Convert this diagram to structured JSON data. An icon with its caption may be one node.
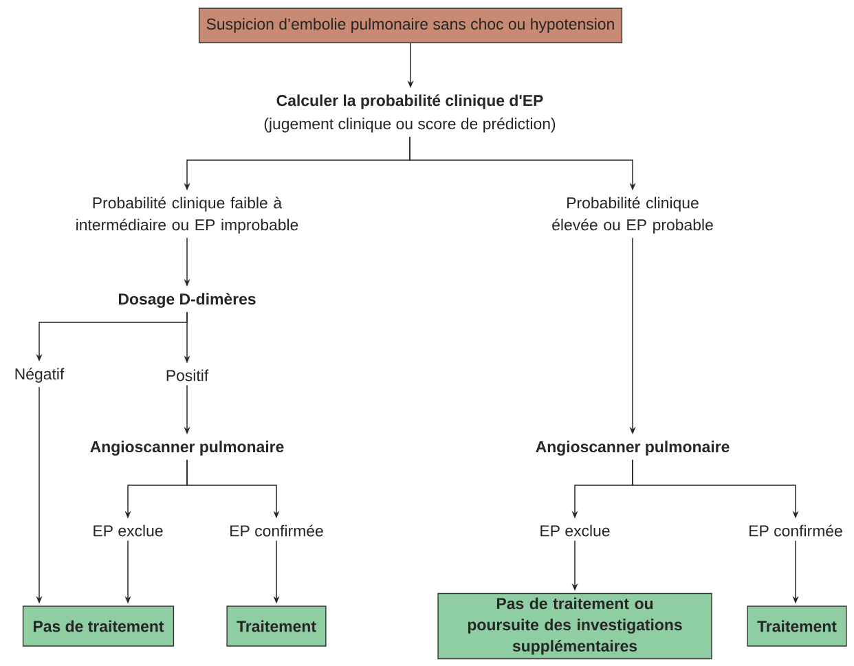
{
  "diagram": {
    "nodes": [
      {
        "text": [
          "Suspicion d’embolie pulmonaire sans choc ou hypotension"
        ]
      },
      {
        "text": [
          "Calculer la probabilité clinique d'EP",
          "(jugement clinique ou score de prédiction)"
        ]
      },
      {
        "text": [
          "Probabilité clinique faible à intermédiaire ou EP improbable"
        ]
      },
      {
        "text": [
          "Probabilité clinique élevée ou EP probable"
        ]
      },
      {
        "text": [
          "Dosage D-dimères"
        ]
      },
      {
        "text": [
          "Négatif"
        ]
      },
      {
        "text": [
          "Positif"
        ]
      },
      {
        "text": [
          "Angioscanner pulmonaire"
        ]
      },
      {
        "text": [
          "EP exclue"
        ]
      },
      {
        "text": [
          "EP confirmée"
        ]
      },
      {
        "text": [
          "Pas de traitement"
        ]
      },
      {
        "text": [
          "Traitement"
        ]
      },
      {
        "text": [
          "Angioscanner pulmonaire"
        ]
      },
      {
        "text": [
          "EP exclue"
        ]
      },
      {
        "text": [
          "EP confirmée"
        ]
      },
      {
        "text": [
          "Pas de traitement ou poursuite des investigations supplémentaires"
        ]
      },
      {
        "text": [
          "Traitement"
        ]
      }
    ],
    "edges": [
      {
        "from": 0,
        "to": 1,
        "arrow": "to"
      },
      {
        "from": 1,
        "to": 2,
        "arrow": "to"
      },
      {
        "from": 1,
        "to": 3,
        "arrow": "to"
      },
      {
        "from": 2,
        "to": 4,
        "arrow": "to"
      },
      {
        "from": 4,
        "to": 5,
        "arrow": "to"
      },
      {
        "from": 4,
        "to": 6,
        "arrow": "to"
      },
      {
        "from": 6,
        "to": 7,
        "arrow": "to"
      },
      {
        "from": 5,
        "to": 10,
        "arrow": "to"
      },
      {
        "from": 7,
        "to": 8,
        "arrow": "to"
      },
      {
        "from": 7,
        "to": 9,
        "arrow": "to"
      },
      {
        "from": 8,
        "to": 10,
        "arrow": "to"
      },
      {
        "from": 9,
        "to": 11,
        "arrow": "to"
      },
      {
        "from": 3,
        "to": 12,
        "arrow": "to"
      },
      {
        "from": 12,
        "to": 13,
        "arrow": "to"
      },
      {
        "from": 12,
        "to": 14,
        "arrow": "to"
      },
      {
        "from": 13,
        "to": 15,
        "arrow": "to"
      },
      {
        "from": 14,
        "to": 16,
        "arrow": "to"
      }
    ]
  }
}
